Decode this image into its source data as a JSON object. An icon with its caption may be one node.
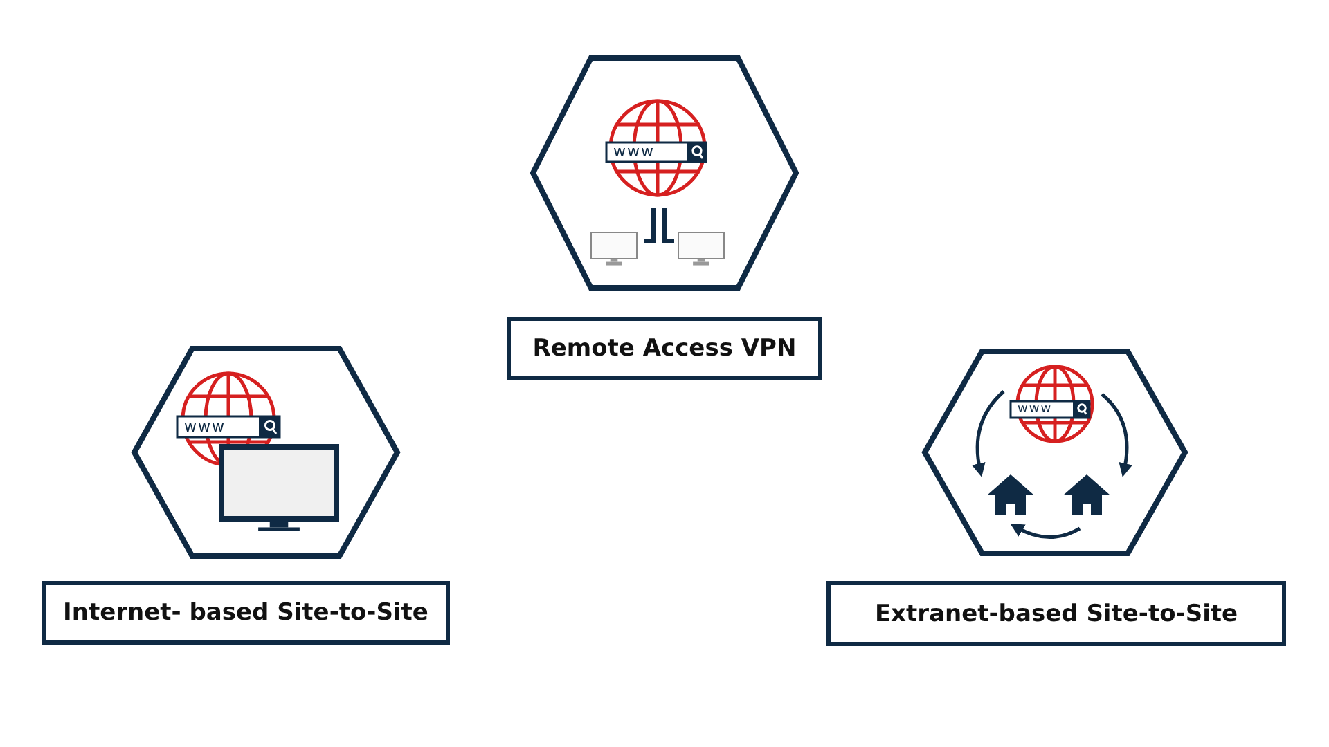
{
  "diagram": {
    "nodes": [
      {
        "text": [
          "Remote Access VPN"
        ]
      },
      {
        "text": [
          "Internet- based Site-to-Site"
        ]
      },
      {
        "text": [
          "Extranet-based Site-to-Site"
        ]
      }
    ],
    "labels": [
      "www",
      "www",
      "www"
    ]
  }
}
